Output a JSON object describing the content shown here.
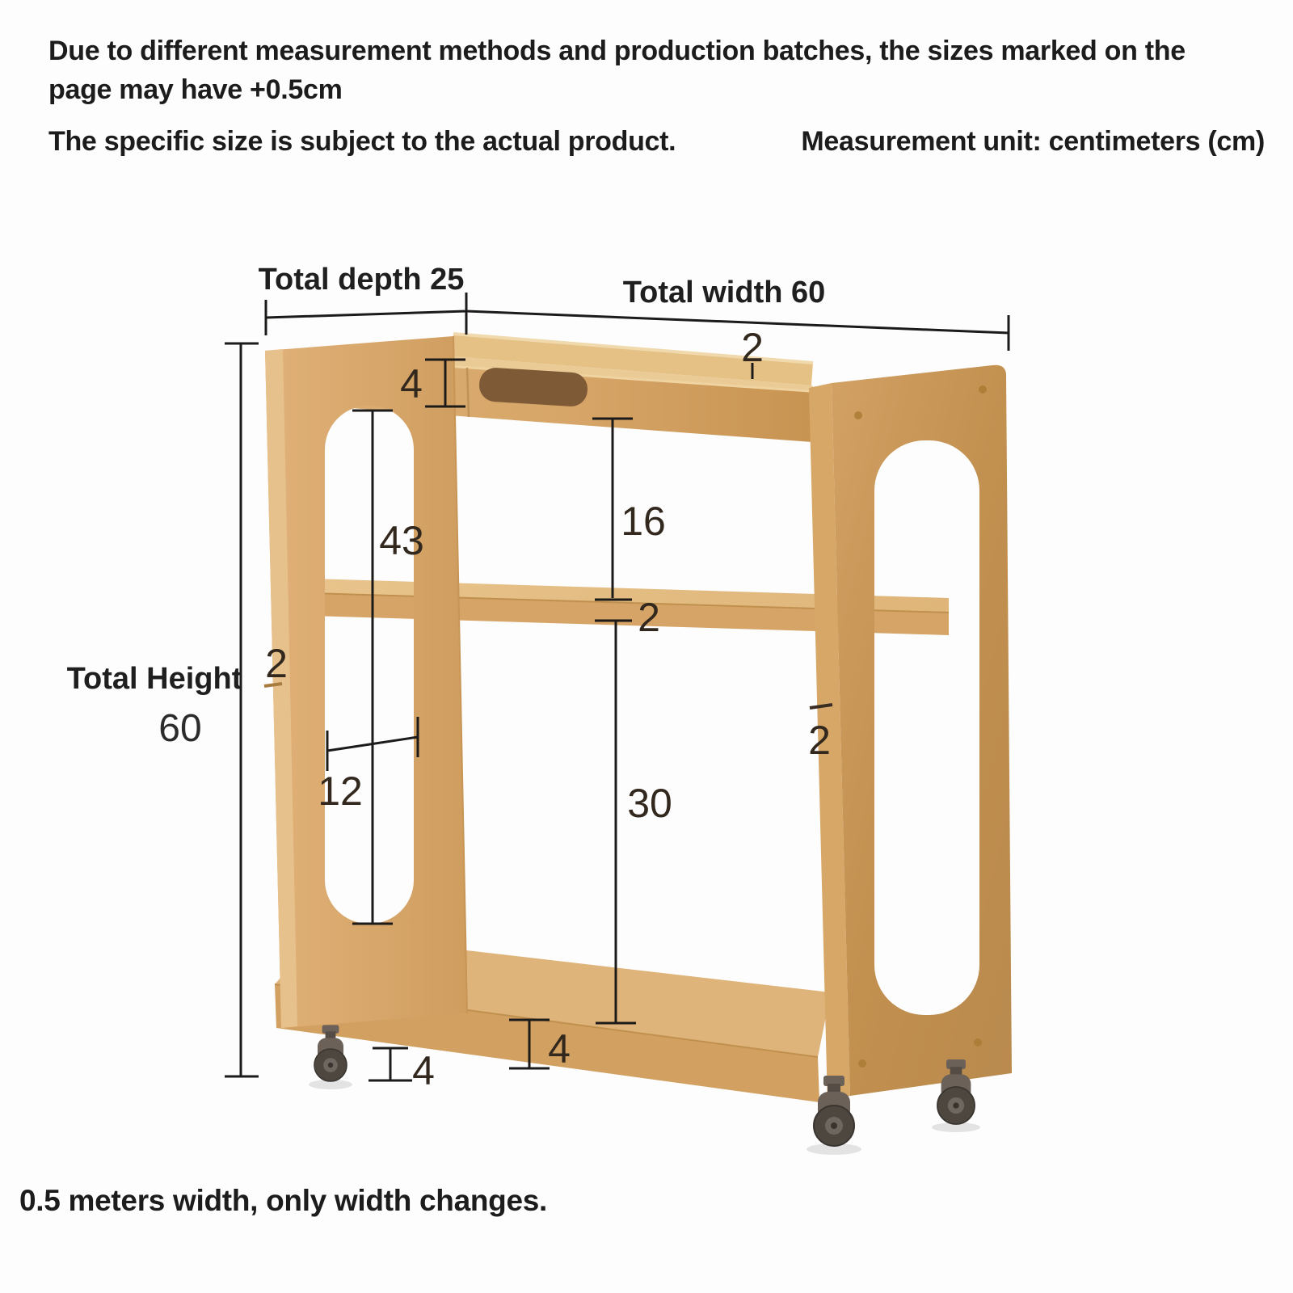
{
  "header": {
    "disclaimer": "Due to different measurement methods and production batches, the sizes marked on the page may have +0.5cm",
    "size_note": "The specific size is subject to the actual product.",
    "unit_note": "Measurement unit: centimeters (cm)"
  },
  "footer": {
    "variant_note": "0.5 meters width, only width changes."
  },
  "diagram": {
    "subject": "two-tier solid wood rolling side cart with oval side cutouts and casters",
    "unit": "cm",
    "colors": {
      "background": "#fdfdfd",
      "dimension_line": "#1d1b1a",
      "dimension_text": "#32281e",
      "wood_top": "#eacb96",
      "wood_rim": "#e6c185",
      "wood_face": "#d9a96b",
      "wood_face_dark": "#c28e4e",
      "wood_edge_light": "#e7c18c",
      "handle_slot": "#7e5b36",
      "caster_body": "#6b6159",
      "caster_wheel": "#4e4740"
    },
    "dimensions": {
      "total_depth_label": "Total depth 25",
      "total_width_label": "Total width 60",
      "total_height_label": "Total Height",
      "total_height_value": "60",
      "back_rim_height": "2",
      "top_apron_height": "4",
      "side_opening_height": "43",
      "upper_clearance": "16",
      "shelf_thickness": "2",
      "left_panel_thickness": "2",
      "side_opening_width": "12",
      "right_panel_thickness": "2",
      "lower_clearance": "30",
      "bottom_shelf_thickness": "4",
      "caster_height": "4"
    }
  }
}
